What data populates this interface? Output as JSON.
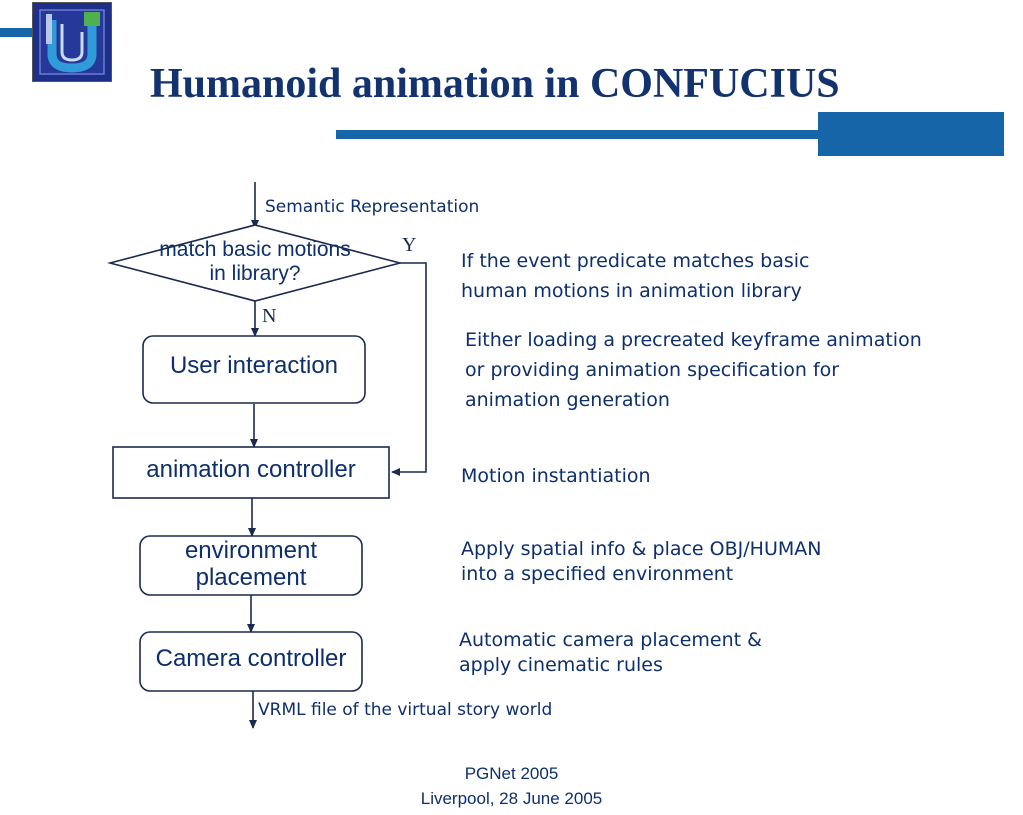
{
  "slide": {
    "title": "Humanoid animation in CONFUCIUS",
    "colors": {
      "accent": "#1565a8",
      "text": "#0d2f6b",
      "logo_bg": "#1e2f8a",
      "logo_fg": "#2f9bd8"
    }
  },
  "flowchart": {
    "input_label": "Semantic Representation",
    "decision": {
      "line1": "match basic motions",
      "line2": "in library?"
    },
    "yes_label": "Y",
    "no_label": "N",
    "user_interaction": "User interaction",
    "animation_controller": "animation controller",
    "environment_placement": {
      "line1": "environment",
      "line2": "placement"
    },
    "camera_controller": "Camera controller",
    "output_label": "VRML file of the virtual story world"
  },
  "notes": {
    "decision": {
      "line1": "If the event predicate matches basic",
      "line2": "human motions in animation library"
    },
    "user_interaction": {
      "line1": "Either loading a precreated keyframe animation",
      "line2": "or providing animation specification for",
      "line3": "animation generation"
    },
    "animation_controller": "Motion instantiation",
    "environment": {
      "line1": "Apply spatial info & place OBJ/HUMAN",
      "line2": "into a specified environment"
    },
    "camera": {
      "line1": "Automatic camera placement &",
      "line2": "apply cinematic rules"
    }
  },
  "footer": {
    "line1": "PGNet 2005",
    "line2": "Liverpool, 28 June 2005"
  }
}
